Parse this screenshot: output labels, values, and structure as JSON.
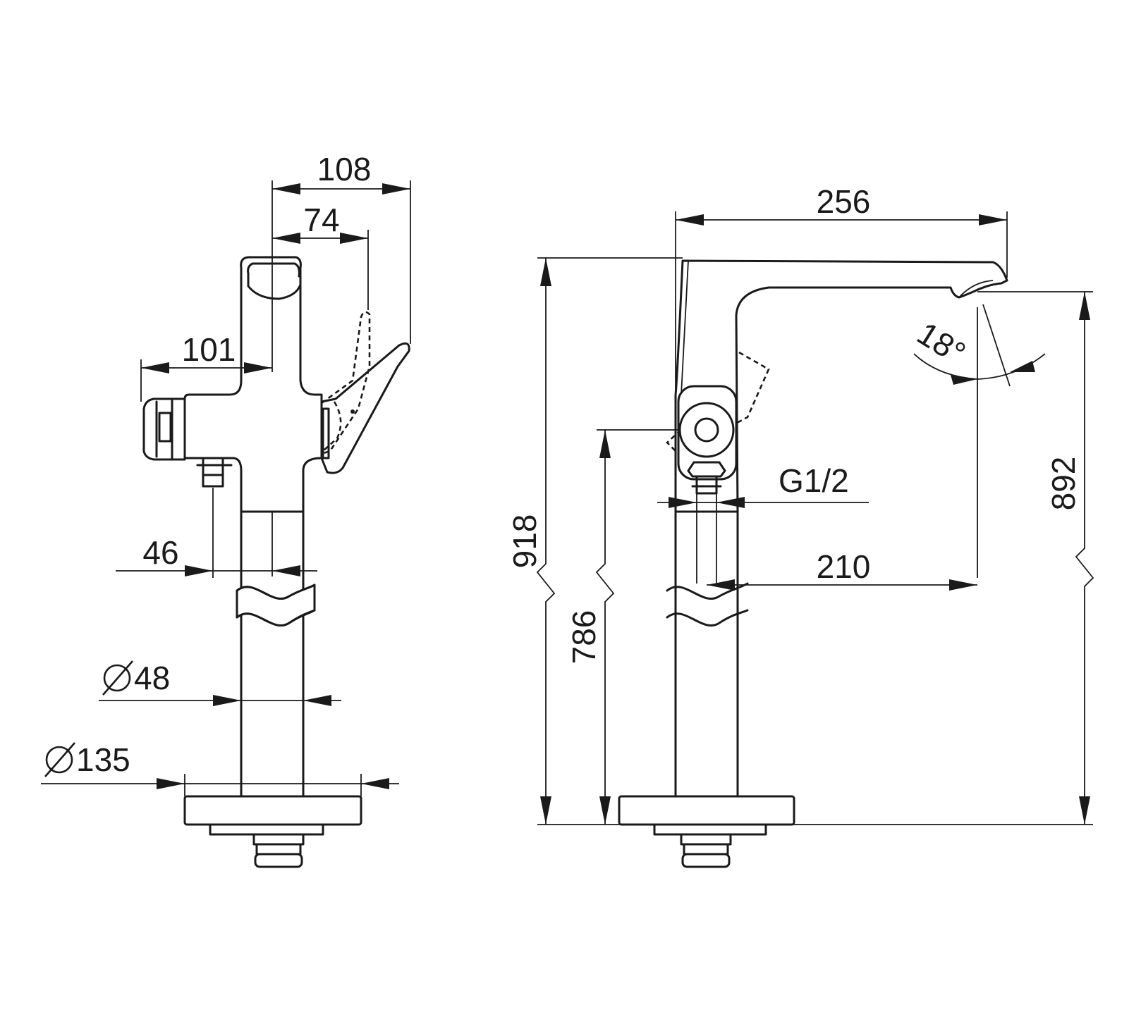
{
  "side_view": {
    "dim_108": "108",
    "dim_74": "74",
    "dim_101": "101",
    "dim_46": "46",
    "dim_d48": "48",
    "dim_d135": "135"
  },
  "front_view": {
    "dim_256": "256",
    "angle": "18°",
    "thread": "G1/2",
    "dim_210": "210",
    "dim_918": "918",
    "dim_786": "786",
    "dim_892": "892"
  },
  "colors": {
    "line": "#1a1a1a",
    "background": "#ffffff"
  }
}
